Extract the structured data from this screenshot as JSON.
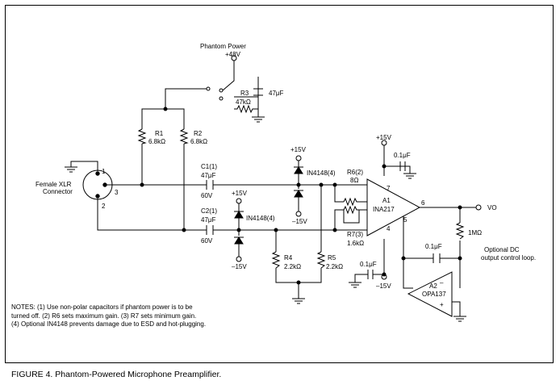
{
  "title": {
    "figure": "FIGURE 4. Phantom-Powered Microphone Preamplifier."
  },
  "labels": {
    "phantom_power": "Phantom Power",
    "plus48v": "+48V",
    "r3": "R3",
    "r3_value": "47kΩ",
    "c3_value": "47μF",
    "r1": "R1",
    "r1_value": "6.8kΩ",
    "r2": "R2",
    "r2_value": "6.8kΩ",
    "xlr_name": "Female XLR",
    "xlr_connector": "Connector",
    "pin1": "1",
    "pin2": "2",
    "pin3": "3",
    "c1": "C1(1)",
    "c1_value": "47μF",
    "c1_volt": "60V",
    "c2": "C2(1)",
    "c2_value": "47μF",
    "c2_volt": "60V",
    "d_top_plus": "+15V",
    "d_top_part": "IN4148(4)",
    "d_top_minus": "–15V",
    "d_bot_plus": "+15V",
    "d_bot_part": "IN4148(4)",
    "d_bot_minus": "–15V",
    "r4": "R4",
    "r4_value": "2.2kΩ",
    "r5": "R5",
    "r5_value": "2.2kΩ",
    "r6": "R6(2)",
    "r6_value": "8Ω",
    "r7": "R7(3)",
    "r7_value": "1.6kΩ",
    "a1": "A1",
    "ina217": "INA217",
    "pin_7": "7",
    "pin_4": "4",
    "pin_6": "6",
    "pin_5": "5",
    "supply_plus": "+15V",
    "supply_minus": "–15V",
    "cap_top": "0.1μF",
    "cap_bot": "0.1μF",
    "cap_fb": "0.1μF",
    "r_1m": "1MΩ",
    "a2": "A2",
    "opa137": "OPA137",
    "vo": "VO",
    "loop_line1": "Optional DC",
    "loop_line2": "output control loop.",
    "minus_sign": "–",
    "plus_sign": "+"
  },
  "notes": {
    "line1": "NOTES: (1) Use non-polar capacitors if phantom power is to be",
    "line2": "turned off. (2) R6 sets maximum gain. (3) R7 sets minimum gain.",
    "line3": "(4) Optional IN4148 prevents damage due to ESD and hot-plugging."
  }
}
